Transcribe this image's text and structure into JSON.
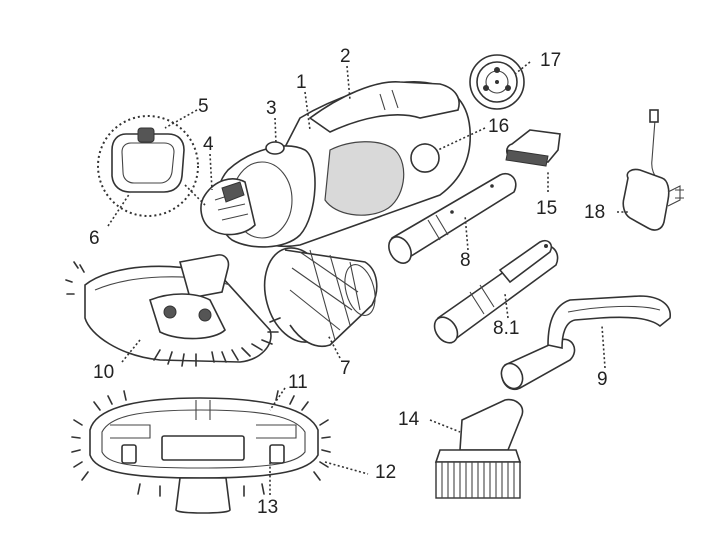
{
  "callouts": [
    {
      "id": "1",
      "label": "1"
    },
    {
      "id": "2",
      "label": "2"
    },
    {
      "id": "3",
      "label": "3"
    },
    {
      "id": "4",
      "label": "4"
    },
    {
      "id": "5",
      "label": "5"
    },
    {
      "id": "6",
      "label": "6"
    },
    {
      "id": "7",
      "label": "7"
    },
    {
      "id": "8",
      "label": "8"
    },
    {
      "id": "8_1",
      "label": "8.1"
    },
    {
      "id": "9",
      "label": "9"
    },
    {
      "id": "10",
      "label": "10"
    },
    {
      "id": "11",
      "label": "11"
    },
    {
      "id": "12",
      "label": "12"
    },
    {
      "id": "13",
      "label": "13"
    },
    {
      "id": "14",
      "label": "14"
    },
    {
      "id": "15",
      "label": "15"
    },
    {
      "id": "16",
      "label": "16"
    },
    {
      "id": "17",
      "label": "17"
    },
    {
      "id": "18",
      "label": "18"
    }
  ],
  "parts": [
    "handheld-vacuum-body",
    "detail-inset-filter",
    "cone-filter-cage",
    "extension-tube",
    "extension-tube-with-clip",
    "angled-handle-tube",
    "wide-floor-nozzle-top",
    "wide-floor-nozzle-bottom",
    "bristle-brush-attachment",
    "crevice-tip",
    "power-button",
    "round-end-cap",
    "charger-adapter"
  ]
}
